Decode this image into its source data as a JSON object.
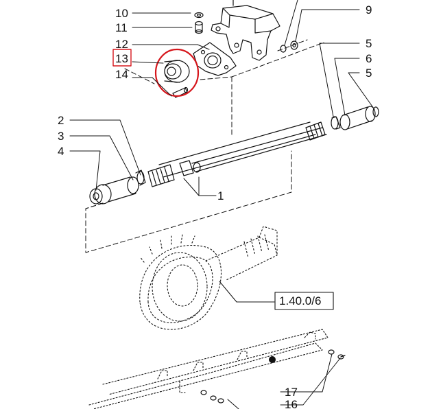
{
  "colors": {
    "line": "#111111",
    "highlight": "#d6161c",
    "boxed_label": "#d6161c",
    "background": "#ffffff"
  },
  "callouts": {
    "c1": "1",
    "c2": "2",
    "c3": "3",
    "c4": "4",
    "c5a": "5",
    "c5b": "5",
    "c6": "6",
    "c9": "9",
    "c10": "10",
    "c11": "11",
    "c12": "12",
    "c13": "13",
    "c14": "14",
    "c16": "16",
    "c17": "17"
  },
  "reference_box": {
    "label": "1.40.0/6"
  },
  "highlighted_part": {
    "label": "13",
    "marker": "circle-highlight"
  }
}
